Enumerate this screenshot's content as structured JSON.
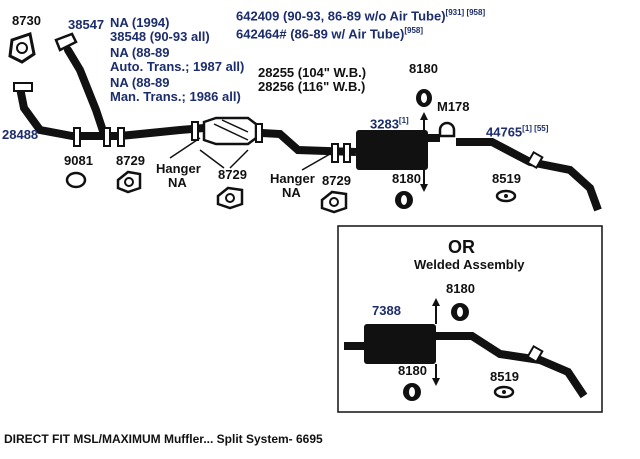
{
  "labels": {
    "p8730": "8730",
    "p38547": "38547",
    "p28488": "28488",
    "na_line1": "NA (1994)",
    "na_line2": "38548 (90-93 all)",
    "na_line3": "NA (88-89",
    "na_line4": "Auto. Trans.; 1987 all)",
    "na_line5": "NA (88-89",
    "na_line6": "Man. Trans.; 1986 all)",
    "p642409": "642409 (90-93, 86-89 w/o Air Tube)",
    "p642409_sup": "[931] [958]",
    "p642464": "642464# (86-89 w/ Air Tube)",
    "p642464_sup": "[958]",
    "p28255": "28255 (104\" W.B.)",
    "p28256": "28256 (116\" W.B.)",
    "p8180_top": "8180",
    "m178": "M178",
    "p3283": "3283",
    "p3283_sup": "[1]",
    "p44765": "44765",
    "p44765_sup": "[1] [55]",
    "p9081": "9081",
    "p8729_a": "8729",
    "hanger_a1": "Hanger",
    "hanger_a2": "NA",
    "p8729_b": "8729",
    "hanger_b1": "Hanger",
    "hanger_b2": "NA",
    "p8729_c": "8729",
    "p8180_bottom": "8180",
    "p8519": "8519",
    "or_title": "OR",
    "or_sub": "Welded Assembly",
    "p7388": "7388",
    "p8180_inset_top": "8180",
    "p8180_inset_bottom": "8180",
    "p8519_inset": "8519"
  },
  "caption": "DIRECT FIT MSL/MAXIMUM Muffler... Split System- 6695",
  "colors": {
    "label_blue": "#1c2d6e",
    "ink": "#111111"
  }
}
